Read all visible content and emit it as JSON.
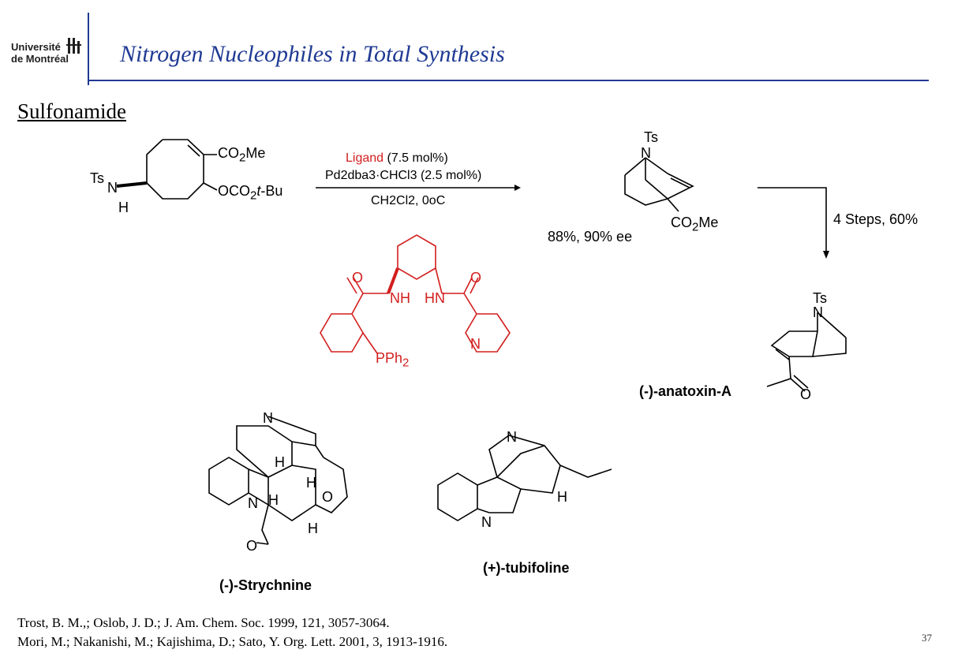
{
  "header": {
    "logo_line1": "Université",
    "logo_line2": "de Montréal",
    "title": "Nitrogen Nucleophiles in Total Synthesis"
  },
  "section_title": "Sulfonamide",
  "reaction": {
    "conditions": {
      "ligand_word": "Ligand",
      "ligand_loading": "(7.5 mol%)",
      "catalyst": "Pd2dba3·CHCl3 (2.5 mol%)",
      "solvent_temp": "CH2Cl2, 0oC"
    },
    "yield": "88%, 90% ee",
    "steps": "4 Steps, 60%"
  },
  "labels": {
    "anatoxin": "(-)-anatoxin-A",
    "strychnine": "(-)-Strychnine",
    "tubifoline": "(+)-tubifoline"
  },
  "references": [
    "Trost, B. M.,; Oslob, J. D.; J. Am. Chem. Soc. 1999, 121, 3057-3064.",
    "Mori, M.; Nakanishi, M.; Kajishima, D.; Sato, Y. Org. Lett. 2001, 3, 1913-1916."
  ],
  "page_number": "37",
  "colors": {
    "brand_blue": "#1f3a93",
    "ligand_red": "#d21e1e"
  }
}
